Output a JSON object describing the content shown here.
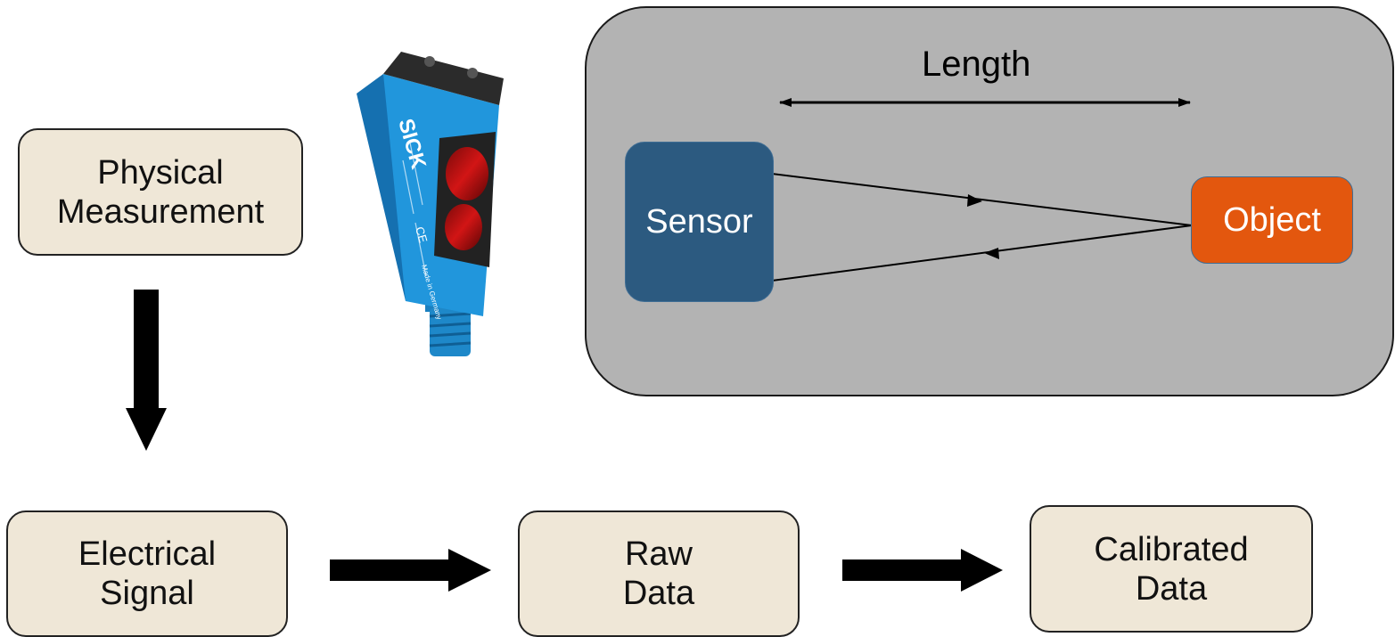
{
  "boxes": {
    "physical_measurement": "Physical\nMeasurement",
    "electrical_signal": "Electrical\nSignal",
    "raw_data": "Raw\nData",
    "calibrated_data": "Calibrated\nData"
  },
  "setup_panel": {
    "length_label": "Length",
    "sensor_label": "Sensor",
    "object_label": "Object"
  },
  "sensor_image": {
    "brand": "SICK",
    "marking": "CE",
    "origin": "Made in Germany"
  },
  "colors": {
    "flow_box_fill": "#efe7d7",
    "panel_fill": "#b3b3b3",
    "sensor_fill": "#2c5a80",
    "object_fill": "#e3570e",
    "device_blue": "#1f8fd1"
  }
}
